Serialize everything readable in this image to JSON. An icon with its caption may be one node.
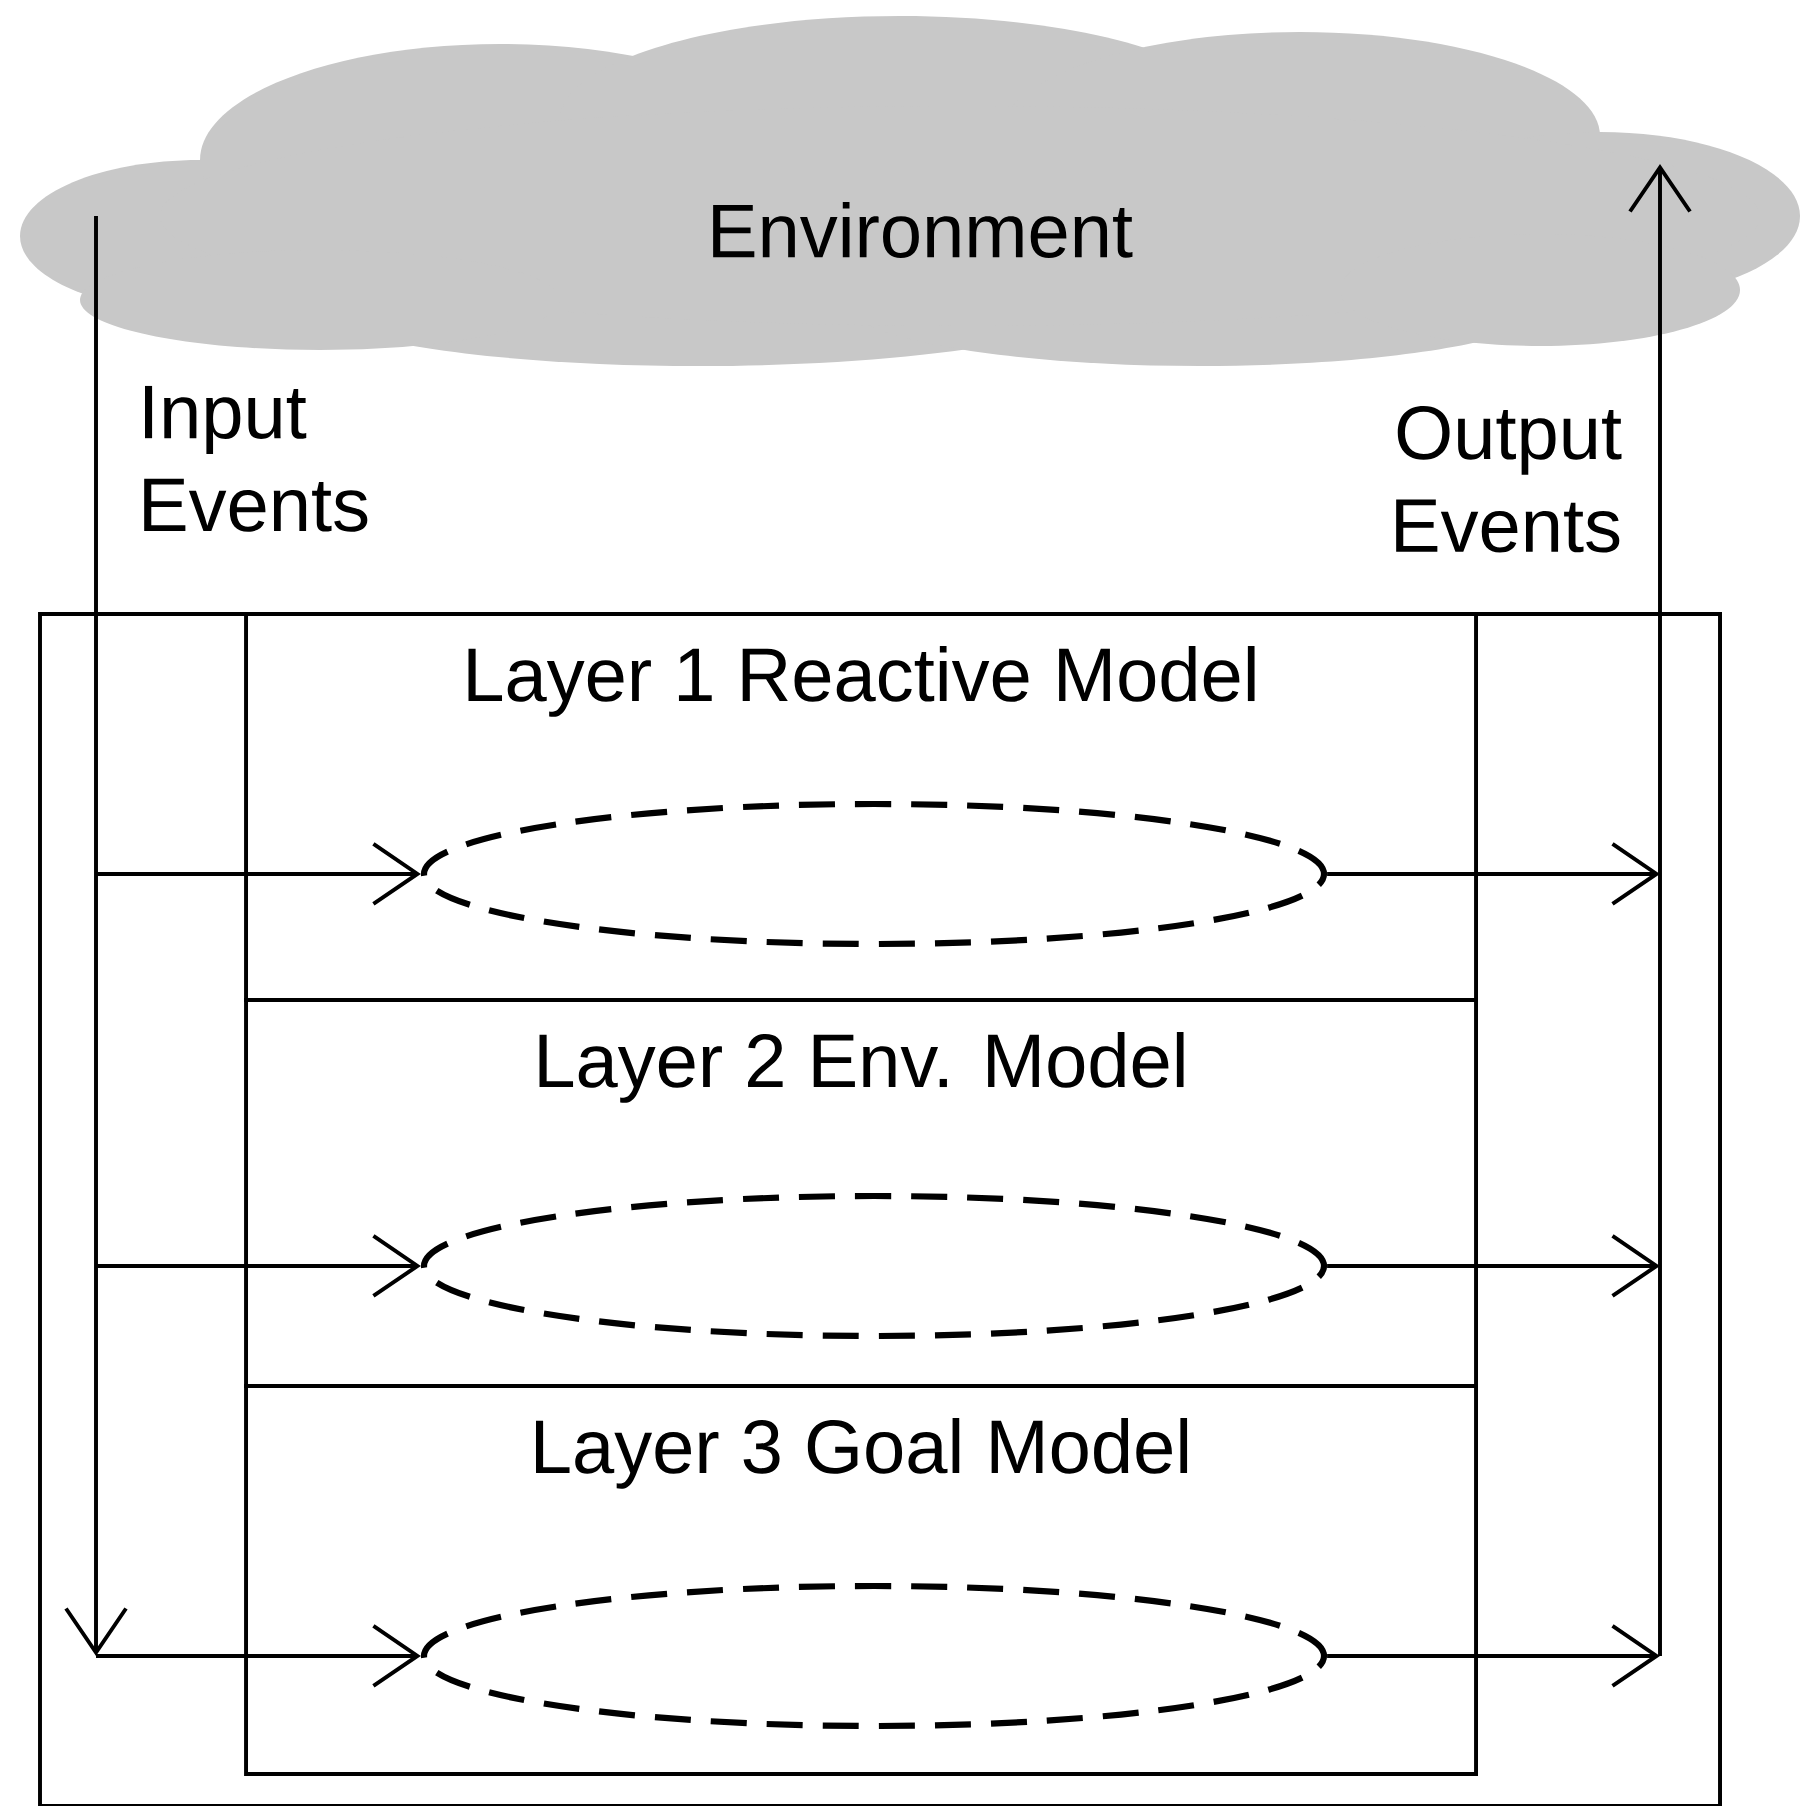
{
  "diagram": {
    "nodes": [
      {
        "text": [
          "Environment"
        ]
      },
      {
        "text": [],
        "shape": "box"
      },
      {
        "text": [
          "Layer 1 Reactive Model"
        ],
        "in": 1
      },
      {
        "text": [
          "Layer 2 Env. Model"
        ],
        "in": 1
      },
      {
        "text": [
          "Layer 3 Goal Model"
        ],
        "in": 1
      },
      {
        "text": [],
        "shape": "ellipse",
        "in": 2
      },
      {
        "text": [],
        "shape": "ellipse",
        "in": 3
      },
      {
        "text": [],
        "shape": "ellipse",
        "in": 4
      }
    ],
    "edges": [
      {
        "from": 0,
        "to": 5,
        "arrow": "to"
      },
      {
        "from": 0,
        "to": 6,
        "arrow": "to"
      },
      {
        "from": 0,
        "to": 7,
        "arrow": "to"
      },
      {
        "from": 5,
        "to": 0,
        "arrow": "to"
      },
      {
        "from": 6,
        "to": 0,
        "arrow": "to"
      },
      {
        "from": 7,
        "to": 0,
        "arrow": "to"
      }
    ],
    "labels": [
      "Input Events",
      "Output Events"
    ]
  }
}
